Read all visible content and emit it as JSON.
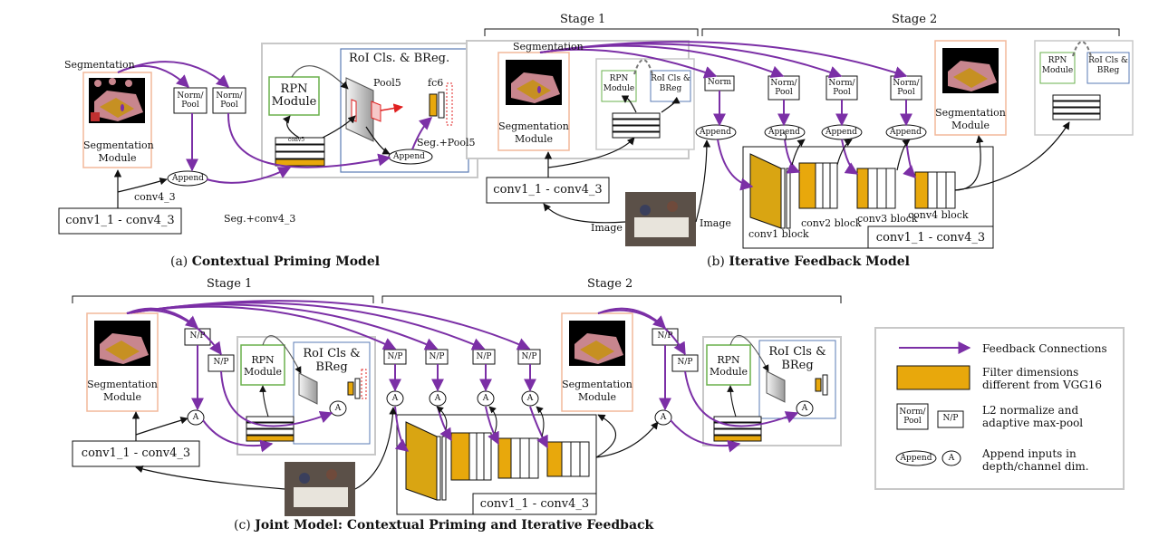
{
  "panel_a": {
    "caption_prefix": "(a)",
    "caption_title": "Contextual Priming Model",
    "segmentation": "Segmentation",
    "seg_module": "Segmentation Module",
    "norm_pool": "Norm/ Pool",
    "rpn_module": "RPN Module",
    "roi": "RoI Cls. & BReg.",
    "pool5": "Pool5",
    "fc6": "fc6",
    "conv4_3": "conv4_3",
    "append": "Append",
    "seg_pool5": "Seg.+Pool5",
    "seg_conv4": "Seg.+conv4_3",
    "conv_block": "conv1_1 - conv4_3",
    "conv_small": "conv5"
  },
  "panel_b": {
    "caption_prefix": "(b)",
    "caption_title": "Iterative Feedback Model",
    "stage1": "Stage 1",
    "stage2": "Stage 2",
    "segmentation": "Segmentation",
    "seg_module": "Segmentation Module",
    "rpn_module": "RPN Module",
    "roi": "RoI Cls & BReg",
    "norm": "Norm",
    "norm_pool": "Norm/ Pool",
    "append": "Append",
    "conv_block": "conv1_1 - conv4_3",
    "image": "Image",
    "conv1_block": "conv1 block",
    "conv2_block": "conv2 block",
    "conv3_block": "conv3 block",
    "conv4_block": "conv4 block"
  },
  "panel_c": {
    "caption_prefix": "(c)",
    "caption_title": "Joint Model: Contextual Priming and Iterative Feedback",
    "stage1": "Stage 1",
    "stage2": "Stage 2",
    "np": "N/P",
    "a": "A",
    "seg_module": "Segmentation Module",
    "rpn_module": "RPN Module",
    "roi": "RoI Cls & BReg",
    "conv_block": "conv1_1 - conv4_3"
  },
  "legend": {
    "feedback": "Feedback Connections",
    "filter": "Filter dimensions different from VGG16",
    "norm_pool_box": "Norm/ Pool",
    "np_box": "N/P",
    "l2": "L2 normalize and adaptive max-pool",
    "append_box": "Append",
    "a_box": "A",
    "append_text": "Append inputs in depth/channel dim."
  },
  "colors": {
    "purple": "#7b2fa6",
    "gold": "#e8a80c",
    "salmon_border": "#f2b89a",
    "green_border": "#6ab04c",
    "blue_border": "#5a7bb5",
    "grey_border": "#c8c8c8"
  }
}
